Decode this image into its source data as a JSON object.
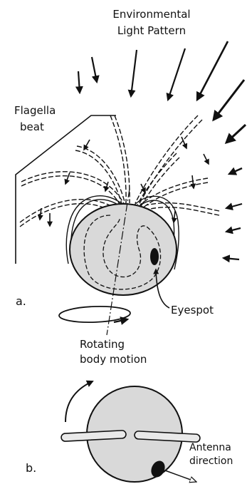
{
  "figure": {
    "labels": {
      "light_pattern_line1": "Environmental",
      "light_pattern_line2": "Light Pattern",
      "flagella_line1": "Flagella",
      "flagella_line2": "beat",
      "panel_a": "a.",
      "eyespot": "Eyespot",
      "rotation_line1": "Rotating",
      "rotation_line2": "body motion",
      "panel_b": "b.",
      "antenna_line1": "Antenna",
      "antenna_line2": "direction"
    },
    "colors": {
      "ink": "#111111",
      "cell_fill": "#d9d9d9",
      "background": "#ffffff"
    }
  }
}
